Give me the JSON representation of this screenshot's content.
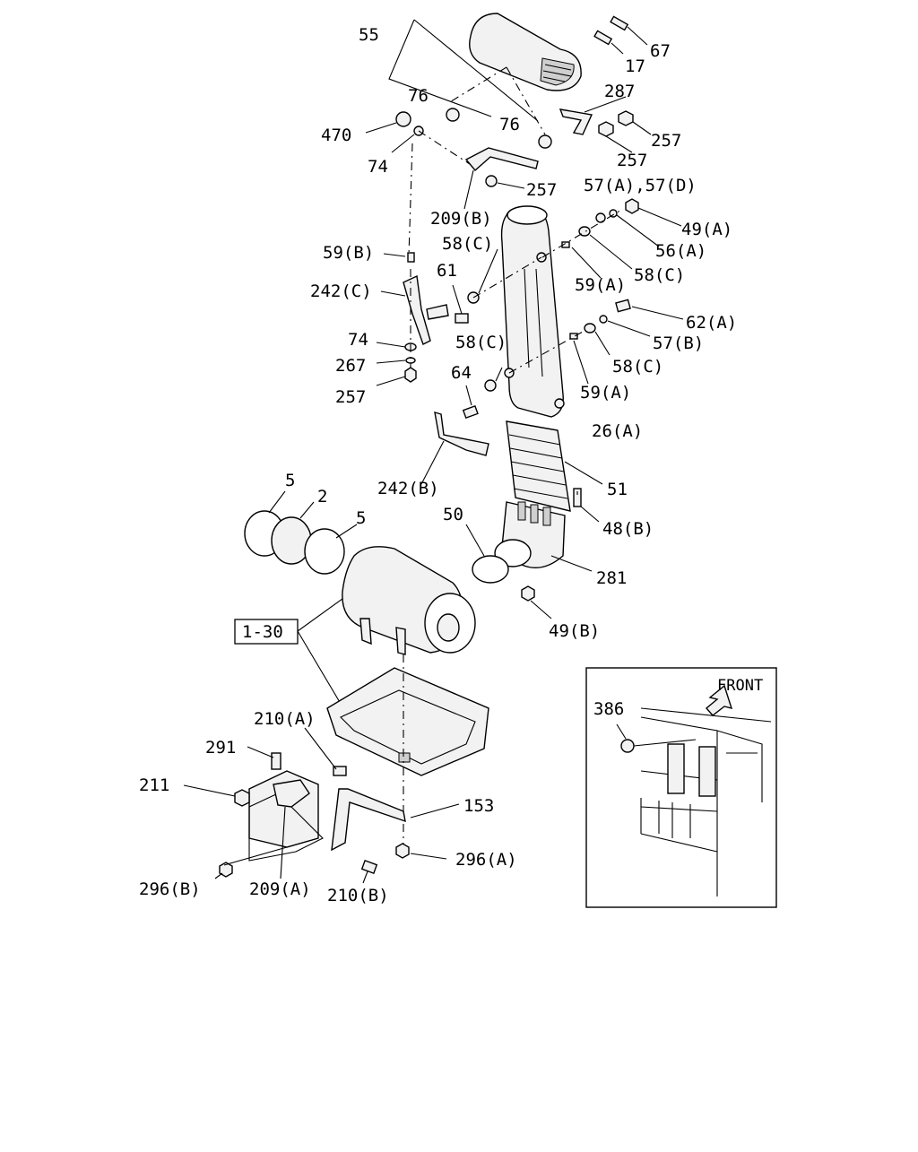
{
  "callouts": {
    "c55": "55",
    "c67": "67",
    "c17": "17",
    "c76a": "76",
    "c76b": "76",
    "c287": "287",
    "c470": "470",
    "c74a": "74",
    "c257a": "257",
    "c257b": "257",
    "c257c": "257",
    "c209b": "209(B)",
    "c57ad": "57(A),57(D)",
    "c49a": "49(A)",
    "c56a": "56(A)",
    "c59b": "59(B)",
    "c58ca": "58(C)",
    "c58cb": "58(C)",
    "c61": "61",
    "c59aa": "59(A)",
    "c242c": "242(C)",
    "c62a": "62(A)",
    "c74b": "74",
    "c58cc": "58(C)",
    "c57b": "57(B)",
    "c267": "267",
    "c58cd": "58(C)",
    "c64": "64",
    "c59ab": "59(A)",
    "c257d": "257",
    "c26a": "26(A)",
    "c51": "51",
    "c242b": "242(B)",
    "c5a": "5",
    "c2": "2",
    "c5b": "5",
    "c50": "50",
    "c48b": "48(B)",
    "c281": "281",
    "c49b": "49(B)",
    "c1_30": "1-30",
    "c210a": "210(A)",
    "c291": "291",
    "c211": "211",
    "c153": "153",
    "c296a": "296(A)",
    "c296b": "296(B)",
    "c209a": "209(A)",
    "c210b": "210(B)"
  },
  "inset": {
    "front_label": "FRONT",
    "c386": "386"
  }
}
